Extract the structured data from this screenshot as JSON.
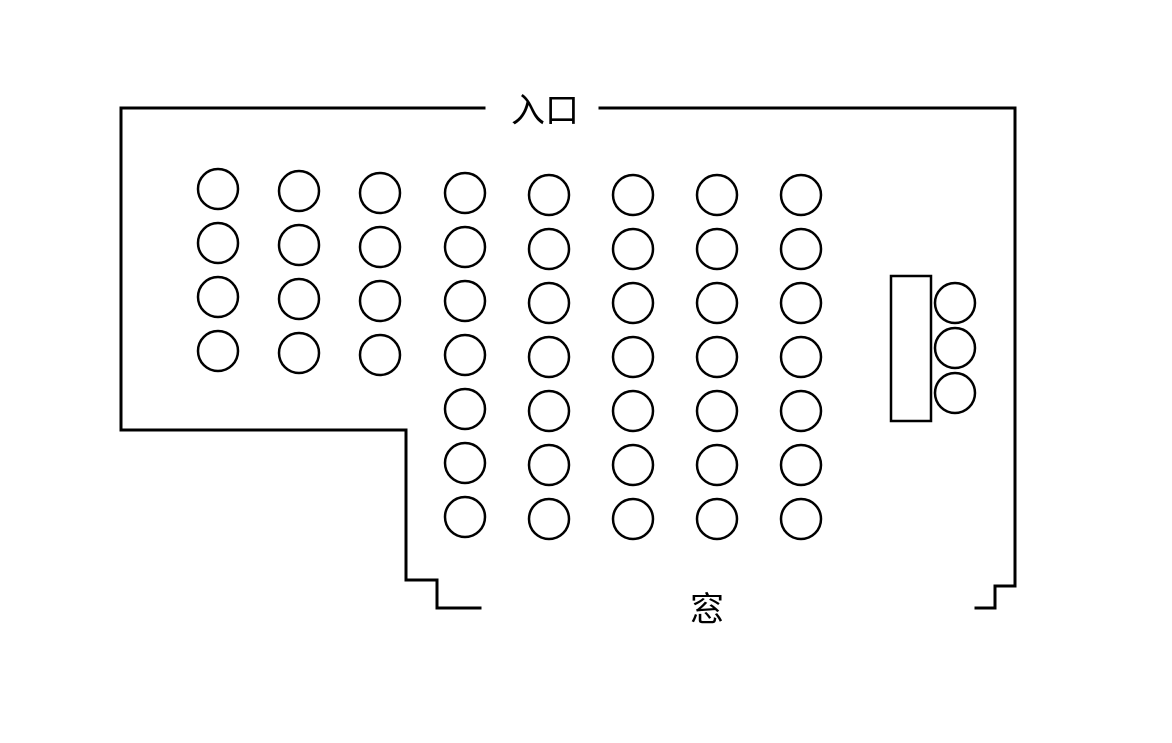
{
  "labels": {
    "entrance": "入口",
    "window": "窓"
  },
  "seating": {
    "left_block": {
      "columns": 3,
      "rows": 4
    },
    "main_block": {
      "columns": 5,
      "rows": 7
    },
    "front_seats": 3
  },
  "colors": {
    "line": "#000000",
    "background": "#ffffff"
  }
}
